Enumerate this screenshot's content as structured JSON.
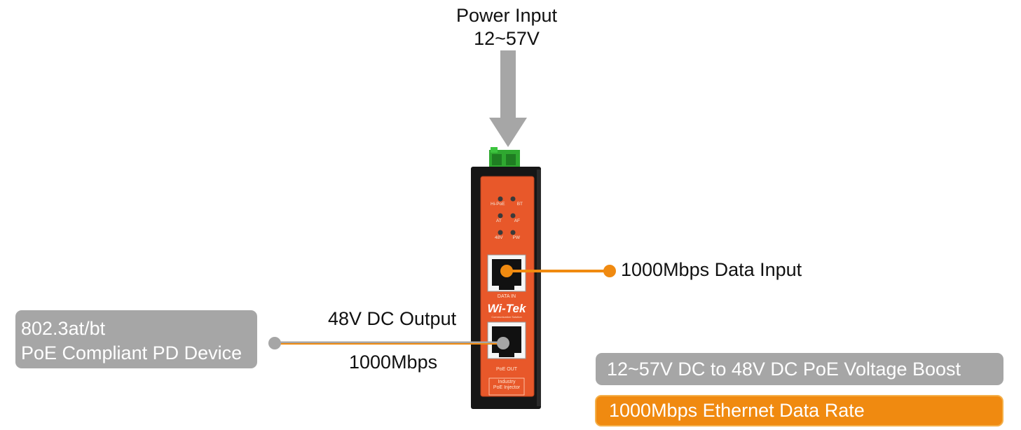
{
  "power_input": {
    "line1": "Power Input",
    "line2": "12~57V"
  },
  "device": {
    "brand": "Wi-Tek",
    "brand_tagline": "Communication Solution",
    "leds": [
      {
        "left": "Hi-PoE",
        "right": "BT"
      },
      {
        "left": "AT",
        "right": "AF"
      },
      {
        "left": "48V",
        "right": "PW"
      }
    ],
    "port_top_label": "DATA IN",
    "port_bottom_label": "PoE OUT",
    "product_line1": "Industry",
    "product_line2": "PoE Injector"
  },
  "callouts": {
    "data_input": "1000Mbps Data Input",
    "dc_output": "48V DC Output",
    "speed": "1000Mbps",
    "pd_device_line1": "802.3at/bt",
    "pd_device_line2": "PoE Compliant PD Device"
  },
  "features": {
    "voltage_boost": "12~57V DC to 48V DC PoE Voltage Boost",
    "data_rate": "1000Mbps Ethernet Data Rate"
  },
  "colors": {
    "accent_orange": "#f08a10",
    "gray_box": "#a6a6a6",
    "device_orange": "#e8582a",
    "device_black": "#161616",
    "terminal_green": "#2fa830"
  }
}
